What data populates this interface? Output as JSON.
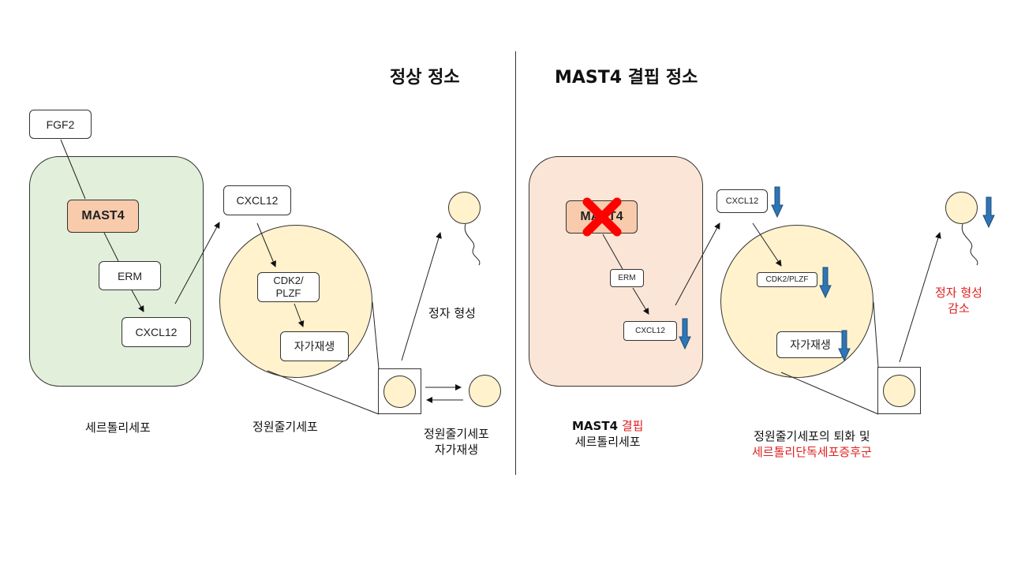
{
  "titles": {
    "normal": "정상 정소",
    "mutant": "MAST4 결핍 정소"
  },
  "normal": {
    "fgf2": "FGF2",
    "mast4": "MAST4",
    "erm": "ERM",
    "cxcl12_inner": "CXCL12",
    "cxcl12_outer": "CXCL12",
    "cdk2_line1": "CDK2/",
    "cdk2_line2": "PLZF",
    "self_renewal": "자가재생",
    "sertoli_label": "세르톨리세포",
    "spermatogonia_label": "정원줄기세포",
    "sperm_formation": "정자 형성",
    "ssc_renewal_line1": "정원줄기세포",
    "ssc_renewal_line2": "자가재생"
  },
  "mutant": {
    "mast4": "MAST4",
    "erm": "ERM",
    "cxcl12_inner": "CXCL12",
    "cxcl12_outer": "CXCL12",
    "cdk2": "CDK2/PLZF",
    "self_renewal": "자가재생",
    "sertoli_label_part1": "MAST4",
    "sertoli_label_part2": "결핍",
    "sertoli_label_line2": "세르톨리세포",
    "degeneration_line1": "정원줄기세포의 퇴화 및",
    "degeneration_line2": "세르톨리단독세포증후군",
    "sperm_decrease_line1": "정자 형성",
    "sperm_decrease_line2": "감소"
  },
  "colors": {
    "sertoli_normal": "#e2efda",
    "sertoli_mutant": "#fbe5d6",
    "mast4_box": "#f8cbad",
    "spermatogonia": "#fff2cc",
    "down_arrow": "#2e75b6",
    "cross": "#ff0000",
    "emphasis_text": "#e02020"
  },
  "icons": [
    "down-arrow-icon",
    "red-x-cross-icon"
  ]
}
